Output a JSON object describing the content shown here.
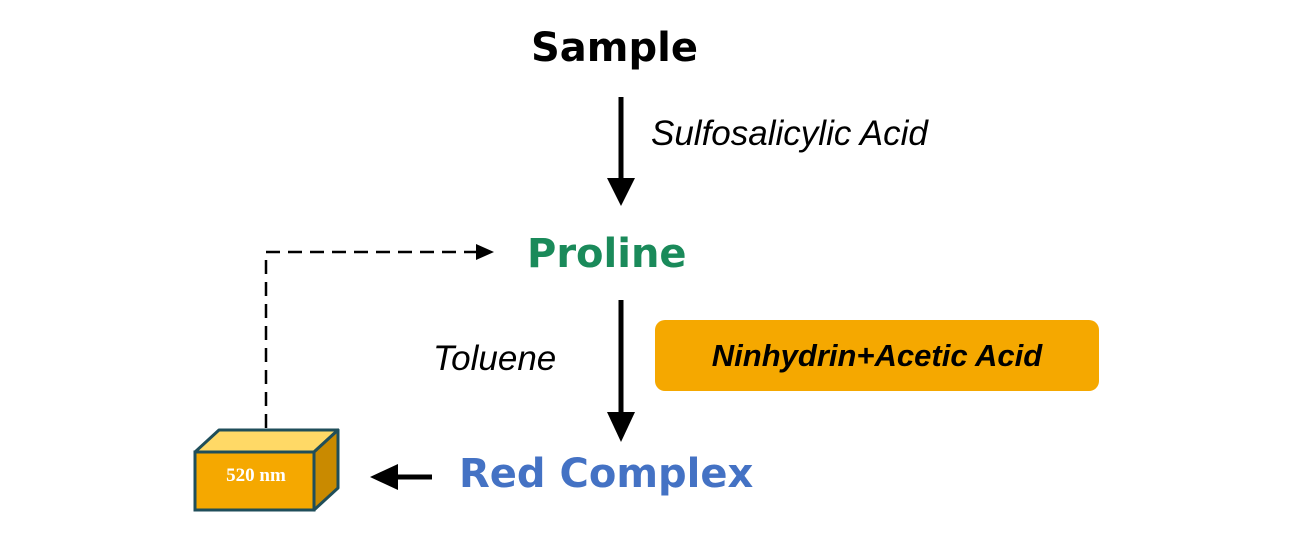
{
  "nodes": {
    "sample": "Sample",
    "proline": "Proline",
    "red_complex": "Red Complex"
  },
  "labels": {
    "sulfosalicylic": "Sulfosalicylic Acid",
    "toluene": "Toluene",
    "reagent": "Ninhydrin+Acetic Acid"
  },
  "cuvette": {
    "label": "520 nm"
  },
  "colors": {
    "sample": "#000000",
    "proline": "#1a8a5a",
    "red_complex": "#4472c4",
    "reagent_box": "#f5a800",
    "cuvette_front": "#f5a800",
    "cuvette_top": "#ffd966",
    "cuvette_side": "#c98a00",
    "cuvette_stroke": "#1f4e5a",
    "cuvette_label": "#ffffff",
    "arrow": "#000000"
  }
}
